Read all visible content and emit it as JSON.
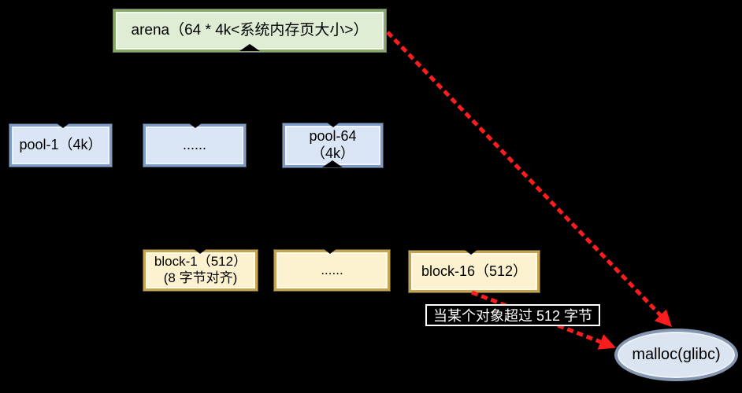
{
  "colors": {
    "canvas_bg": "#000000",
    "node_text": "#000000",
    "arena_fill": "#dfedd5",
    "arena_border": "#84aa65",
    "pool_fill": "#dae6f5",
    "pool_border": "#7e9cc9",
    "block_fill": "#fdf2d0",
    "block_border": "#c6a44e",
    "malloc_fill": "#dbe5f1",
    "malloc_border": "#8496b0",
    "arrow_red": "#fb1d1d",
    "note_border": "#ffffff",
    "note_text": "#ffffff"
  },
  "nodes": {
    "arena": {
      "label": "arena（64 * 4k<系统内存页大小>）"
    },
    "pool_1": {
      "label": "pool-1（4k）"
    },
    "pool_dots": {
      "label": "......"
    },
    "pool_64": {
      "line1": "pool-64",
      "line2": "（4k）"
    },
    "block_1": {
      "line1": "block-1（512）",
      "line2": "(8 字节对齐)"
    },
    "block_dots": {
      "label": "......"
    },
    "block_16": {
      "label": "block-16（512）"
    },
    "malloc": {
      "label": "malloc(glibc)"
    }
  },
  "annotations": {
    "overflow_note": {
      "label": "当某个对象超过 512 字节"
    }
  }
}
